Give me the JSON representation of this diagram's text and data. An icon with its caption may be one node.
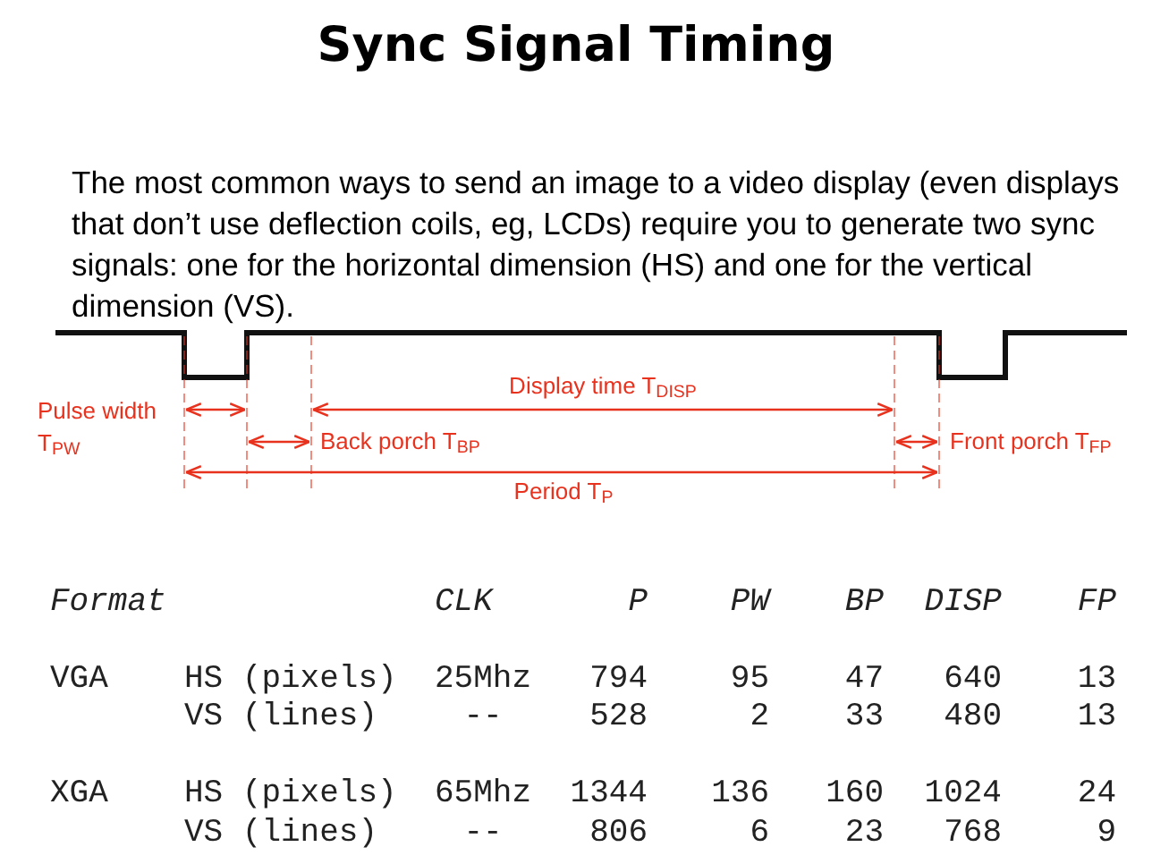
{
  "diagram": {
    "title": "Sync Signal Timing",
    "labels": [
      "The most common ways to send an image to a video display (even displays that don’t use deflection coils, eg, LCDs) require you to generate two sync signals: one for the horizontal dimension (HS) and one for the vertical dimension (VS).",
      "Pulse width T$_{PW}$",
      "Display time T$_{DISP}$",
      "Back porch T$_{BP}$",
      "Front porch T$_{FP}$",
      "Period T$_{P}$",
      "Format",
      "CLK",
      "P",
      "PW",
      "BP",
      "DISP",
      "FP",
      "VGA",
      "HS (pixels)",
      "25Mhz",
      "794",
      "95",
      "47",
      "640",
      "13",
      "VS (lines)",
      "--",
      "528",
      "2",
      "33",
      "480",
      "13",
      "XGA",
      "HS (pixels)",
      "65Mhz",
      "1344",
      "136",
      "160",
      "1024",
      "24",
      "VS (lines)",
      "--",
      "806",
      "6",
      "23",
      "768",
      "9"
    ]
  }
}
